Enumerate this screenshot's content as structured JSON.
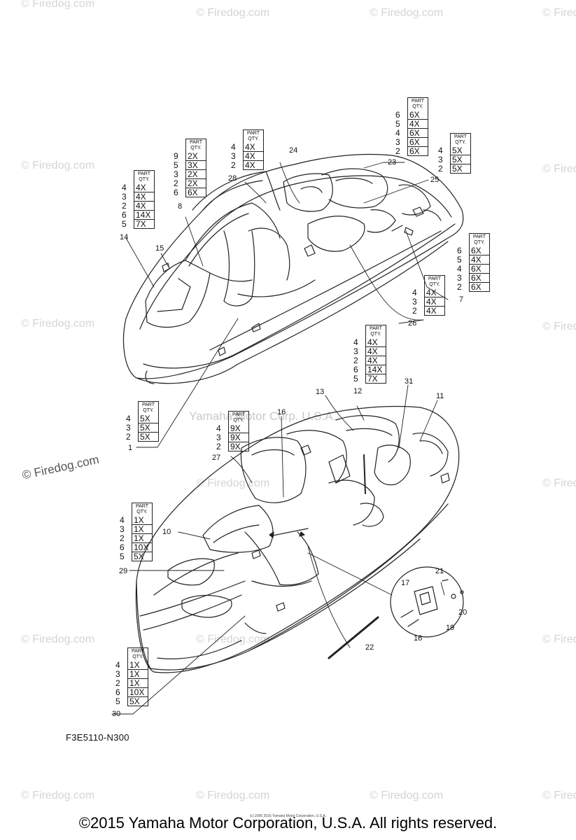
{
  "watermark_text": "© Firedog.com",
  "center_watermark": "Yamaha Motor Corp. U.S.A.",
  "drawing_code": "F3E5110-N300",
  "copyright": "©2015 Yamaha Motor Corporation, U.S.A. All rights reserved.",
  "small_copyright": "(c) 2005 2016 Yamaha Motor Corporation, U.S.A.",
  "qty_head_top": "PART",
  "qty_head_bottom": "QTY.",
  "part_numbers": [
    "1",
    "7",
    "8",
    "10",
    "11",
    "12",
    "13",
    "14",
    "15",
    "16",
    "16",
    "17",
    "19",
    "20",
    "21",
    "22",
    "23",
    "24",
    "25",
    "26",
    "27",
    "28",
    "29",
    "30",
    "31"
  ],
  "quantity_tables": [
    {
      "id": "t1",
      "rows": [
        {
          "n": "6",
          "q": "6X"
        },
        {
          "n": "5",
          "q": "4X"
        },
        {
          "n": "4",
          "q": "6X"
        },
        {
          "n": "3",
          "q": "6X"
        },
        {
          "n": "2",
          "q": "6X"
        }
      ]
    },
    {
      "id": "t2",
      "rows": [
        {
          "n": "4",
          "q": "5X"
        },
        {
          "n": "3",
          "q": "5X"
        },
        {
          "n": "2",
          "q": "5X"
        }
      ]
    },
    {
      "id": "t3",
      "rows": [
        {
          "n": "4",
          "q": "4X"
        },
        {
          "n": "3",
          "q": "4X"
        },
        {
          "n": "2",
          "q": "4X"
        }
      ]
    },
    {
      "id": "t4",
      "rows": [
        {
          "n": "9",
          "q": "2X"
        },
        {
          "n": "5",
          "q": "3X"
        },
        {
          "n": "3",
          "q": "2X"
        },
        {
          "n": "2",
          "q": "2X"
        },
        {
          "n": "6",
          "q": "6X"
        }
      ]
    },
    {
      "id": "t5",
      "rows": [
        {
          "n": "4",
          "q": "4X"
        },
        {
          "n": "3",
          "q": "4X"
        },
        {
          "n": "2",
          "q": "4X"
        },
        {
          "n": "6",
          "q": "14X"
        },
        {
          "n": "5",
          "q": "7X"
        }
      ]
    },
    {
      "id": "t6",
      "rows": [
        {
          "n": "6",
          "q": "6X"
        },
        {
          "n": "5",
          "q": "4X"
        },
        {
          "n": "4",
          "q": "6X"
        },
        {
          "n": "3",
          "q": "6X"
        },
        {
          "n": "2",
          "q": "6X"
        }
      ]
    },
    {
      "id": "t7",
      "rows": [
        {
          "n": "4",
          "q": "4X"
        },
        {
          "n": "3",
          "q": "4X"
        },
        {
          "n": "2",
          "q": "4X"
        }
      ]
    },
    {
      "id": "t8",
      "rows": [
        {
          "n": "4",
          "q": "4X"
        },
        {
          "n": "3",
          "q": "4X"
        },
        {
          "n": "2",
          "q": "4X"
        },
        {
          "n": "6",
          "q": "14X"
        },
        {
          "n": "5",
          "q": "7X"
        }
      ]
    },
    {
      "id": "t9",
      "rows": [
        {
          "n": "4",
          "q": "5X"
        },
        {
          "n": "3",
          "q": "5X"
        },
        {
          "n": "2",
          "q": "5X"
        }
      ]
    },
    {
      "id": "t10",
      "rows": [
        {
          "n": "4",
          "q": "9X"
        },
        {
          "n": "3",
          "q": "9X"
        },
        {
          "n": "2",
          "q": "9X"
        }
      ]
    },
    {
      "id": "t11",
      "rows": [
        {
          "n": "4",
          "q": "1X"
        },
        {
          "n": "3",
          "q": "1X"
        },
        {
          "n": "2",
          "q": "1X"
        },
        {
          "n": "6",
          "q": "10X"
        },
        {
          "n": "5",
          "q": "5X"
        }
      ]
    },
    {
      "id": "t12",
      "rows": [
        {
          "n": "4",
          "q": "1X"
        },
        {
          "n": "3",
          "q": "1X"
        },
        {
          "n": "2",
          "q": "1X"
        },
        {
          "n": "6",
          "q": "10X"
        },
        {
          "n": "5",
          "q": "5X"
        }
      ]
    }
  ]
}
